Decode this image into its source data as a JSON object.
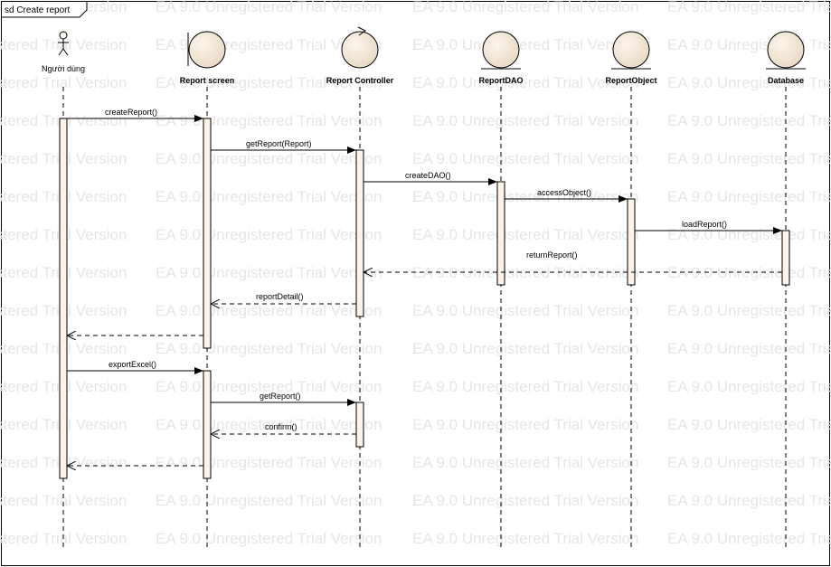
{
  "frame": {
    "title": "sd Create report"
  },
  "watermark": {
    "text": "EA 9.0 Unregistered Trial Version",
    "color": "#e6e6e6"
  },
  "colors": {
    "activation_fill": "#fdf3e8",
    "shape_fill_light": "#fdf5ec",
    "shape_fill_dark": "#e8d9c4",
    "line": "#000000"
  },
  "lifelines": [
    {
      "id": "user",
      "kind": "actor",
      "label": "Người dùng"
    },
    {
      "id": "screen",
      "kind": "boundary",
      "label": "Report screen"
    },
    {
      "id": "controller",
      "kind": "control",
      "label": "Report Controller"
    },
    {
      "id": "dao",
      "kind": "entity",
      "label": "ReportDAO"
    },
    {
      "id": "object",
      "kind": "entity",
      "label": "ReportObject"
    },
    {
      "id": "db",
      "kind": "entity",
      "label": "Database"
    }
  ],
  "messages": [
    {
      "label": "createReport()",
      "from": "user",
      "to": "screen",
      "style": "sync"
    },
    {
      "label": "getReport(Report)",
      "from": "screen",
      "to": "controller",
      "style": "sync"
    },
    {
      "label": "createDAO()",
      "from": "controller",
      "to": "dao",
      "style": "sync"
    },
    {
      "label": "accessObject()",
      "from": "dao",
      "to": "object",
      "style": "sync"
    },
    {
      "label": "loadReport()",
      "from": "object",
      "to": "db",
      "style": "sync"
    },
    {
      "label": "returnReport()",
      "from": "db",
      "to": "controller",
      "style": "return"
    },
    {
      "label": "reportDetail()",
      "from": "controller",
      "to": "screen",
      "style": "return"
    },
    {
      "label": "",
      "from": "screen",
      "to": "user",
      "style": "return"
    },
    {
      "label": "exportExcel()",
      "from": "user",
      "to": "screen",
      "style": "sync"
    },
    {
      "label": "getReport()",
      "from": "screen",
      "to": "controller",
      "style": "sync"
    },
    {
      "label": "confirm()",
      "from": "controller",
      "to": "screen",
      "style": "return"
    },
    {
      "label": "",
      "from": "screen",
      "to": "user",
      "style": "return"
    }
  ]
}
